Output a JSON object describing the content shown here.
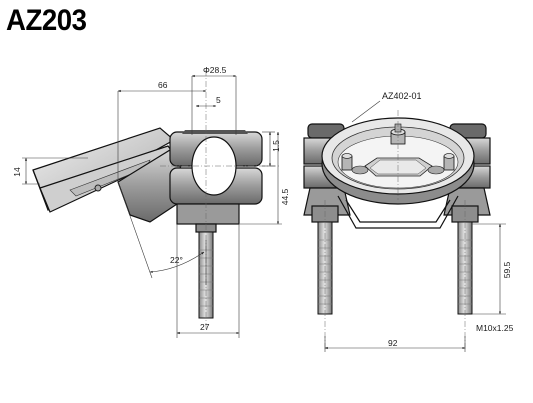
{
  "title": "AZ203",
  "part_label": "AZ402-01",
  "dimensions": {
    "clamp_diameter": "Φ28.5",
    "offset_66": "66",
    "offset_5": "5",
    "height_1_5": "1.5",
    "height_14": "14",
    "height_44_5": "44.5",
    "angle_22": "22°",
    "width_27": "27",
    "length_59_5": "59.5",
    "thread_m10": "M10x1.25",
    "width_92": "92"
  },
  "colors": {
    "line": "#111111",
    "metal_light": "#e9e9e9",
    "metal_mid": "#a8a8a8",
    "metal_dark": "#5e5e5e",
    "bolt": "#bdbdbd"
  }
}
